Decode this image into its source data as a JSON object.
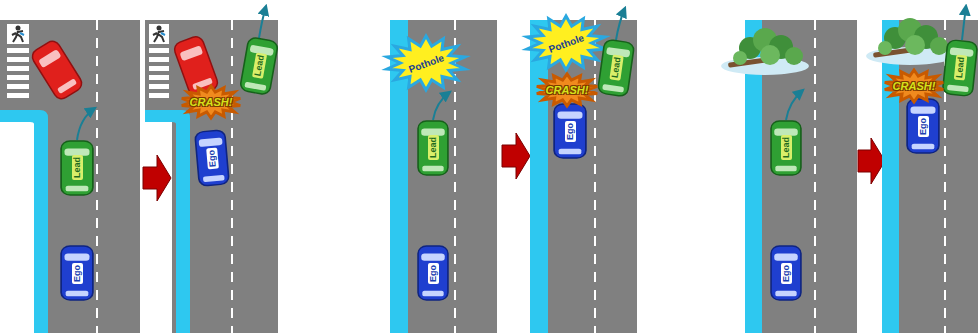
{
  "diagram": {
    "nodes": [
      {
        "text": [
          "Lead"
        ]
      },
      {
        "text": [
          "Ego"
        ]
      },
      {
        "text": [
          "Lead"
        ]
      },
      {
        "text": [
          "CRASH!"
        ]
      },
      {
        "text": [
          "Ego"
        ]
      },
      {
        "text": [
          "Pothole"
        ]
      },
      {
        "text": [
          "Lead"
        ]
      },
      {
        "text": [
          "Ego"
        ]
      },
      {
        "text": [
          "Pothole"
        ]
      },
      {
        "text": [
          "Lead"
        ]
      },
      {
        "text": [
          "CRASH!"
        ]
      },
      {
        "text": [
          "Ego"
        ]
      },
      {
        "text": [
          "Lead"
        ]
      },
      {
        "text": [
          "Ego"
        ]
      },
      {
        "text": [
          "Lead"
        ]
      },
      {
        "text": [
          "CRASH!"
        ]
      },
      {
        "text": [
          "Ego"
        ]
      }
    ]
  }
}
